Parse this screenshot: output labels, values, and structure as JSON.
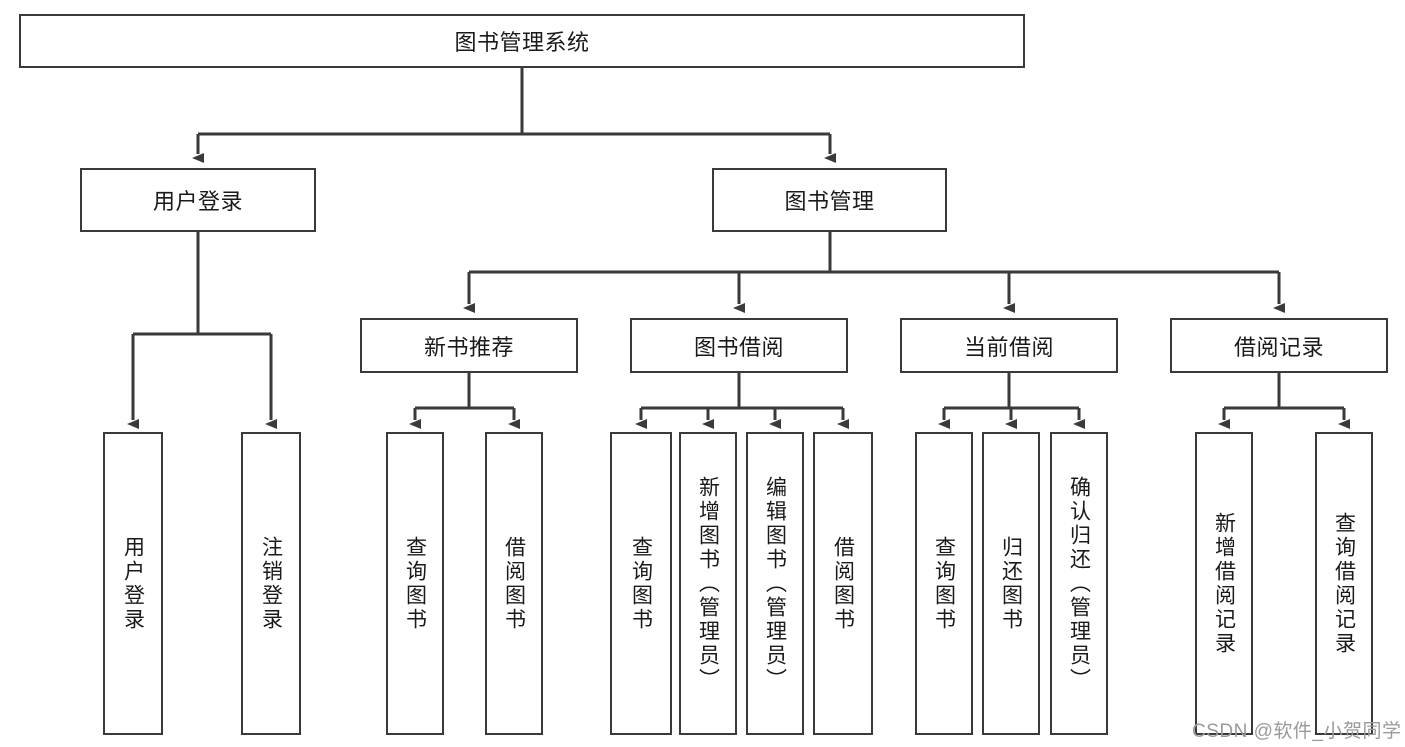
{
  "diagram": {
    "type": "hierarchy-tree",
    "title": "图书管理系统",
    "watermark": "CSDN @软件_小贺同学",
    "colors": {
      "stroke": "#3a3a3a",
      "background": "#ffffff",
      "text": "#1a1a1a",
      "watermark": "#9a9a9a"
    },
    "nodes": {
      "root": {
        "label": "图书管理系统"
      },
      "level2": [
        {
          "id": "user-login",
          "label": "用户登录"
        },
        {
          "id": "book-manage",
          "label": "图书管理"
        }
      ],
      "level3": [
        {
          "id": "new-book-recommend",
          "label": "新书推荐"
        },
        {
          "id": "book-borrow",
          "label": "图书借阅"
        },
        {
          "id": "current-borrow",
          "label": "当前借阅"
        },
        {
          "id": "borrow-record",
          "label": "借阅记录"
        }
      ],
      "leaves": [
        {
          "id": "leaf-user-login",
          "label": "用户登录",
          "parent": "user-login"
        },
        {
          "id": "leaf-logout-login",
          "label": "注销登录",
          "parent": "user-login"
        },
        {
          "id": "leaf-query-book-1",
          "label": "查询图书",
          "parent": "new-book-recommend"
        },
        {
          "id": "leaf-borrow-book-1",
          "label": "借阅图书",
          "parent": "new-book-recommend"
        },
        {
          "id": "leaf-query-book-2",
          "label": "查询图书",
          "parent": "book-borrow"
        },
        {
          "id": "leaf-add-book",
          "label": "新增图书（管理员）",
          "parent": "book-borrow"
        },
        {
          "id": "leaf-edit-book",
          "label": "编辑图书（管理员）",
          "parent": "book-borrow"
        },
        {
          "id": "leaf-borrow-book-2",
          "label": "借阅图书",
          "parent": "book-borrow"
        },
        {
          "id": "leaf-query-book-3",
          "label": "查询图书",
          "parent": "current-borrow"
        },
        {
          "id": "leaf-return-book",
          "label": "归还图书",
          "parent": "current-borrow"
        },
        {
          "id": "leaf-confirm-return",
          "label": "确认归还（管理员）",
          "parent": "current-borrow"
        },
        {
          "id": "leaf-add-record",
          "label": "新增借阅记录",
          "parent": "borrow-record"
        },
        {
          "id": "leaf-query-record",
          "label": "查询借阅记录",
          "parent": "borrow-record"
        }
      ]
    }
  }
}
